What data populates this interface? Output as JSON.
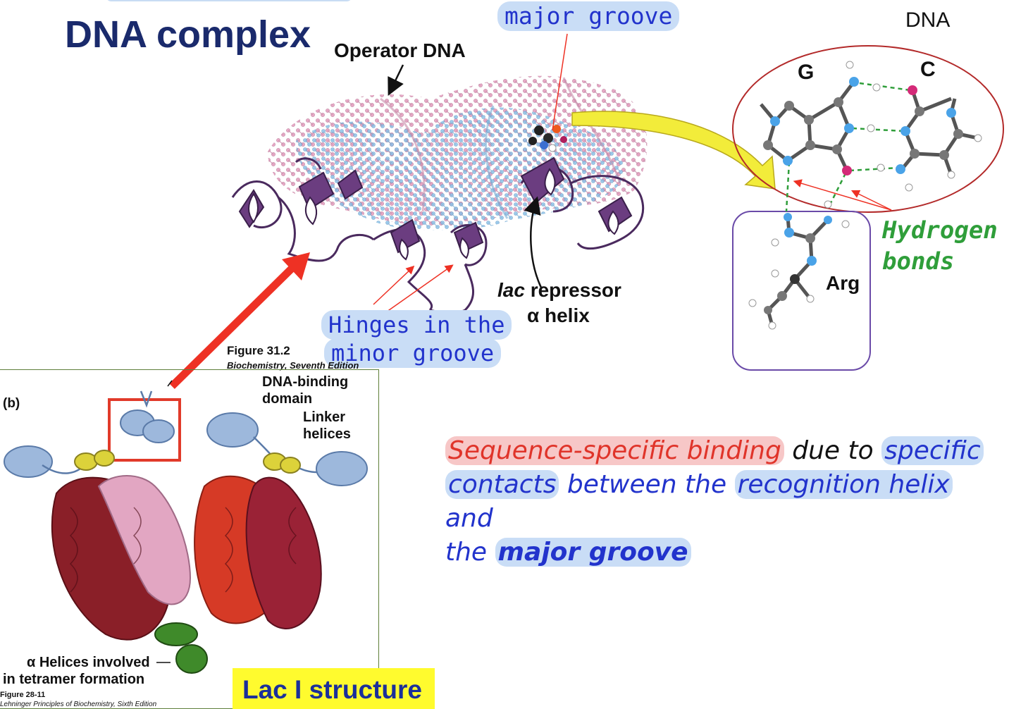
{
  "title": "DNA complex",
  "labels": {
    "operator_dna": "Operator DNA",
    "major_groove": "major groove",
    "dna_corner": "DNA",
    "base_g": "G",
    "base_c": "C",
    "hydrogen_bonds_line1": "Hydrogen",
    "hydrogen_bonds_line2": "bonds",
    "arg": "Arg",
    "lac_repressor_italic": "lac",
    "lac_repressor_rest": " repressor",
    "alpha_helix": "α helix",
    "hinges_line1": "Hinges in the",
    "hinges_line2": "minor groove"
  },
  "figure_top": {
    "number": "Figure 31.2",
    "source": "Biochemistry, Seventh Edition"
  },
  "panel_b": {
    "panel_letter": "(b)",
    "dna_binding_line1": "DNA-binding",
    "dna_binding_line2": "domain",
    "linker_line1": "Linker",
    "linker_line2": "helices",
    "tetramer_line1": "α Helices involved",
    "tetramer_line2": "in tetramer formation",
    "fig_number": "Figure 28-11",
    "fig_source": "Lehninger Principles of Biochemistry, Sixth Edition",
    "structure_label": "Lac I structure"
  },
  "sentence": {
    "part1": "Sequence-specific binding",
    "part2": " due to ",
    "part3": "specific",
    "part4": "contacts",
    "part5": " between the ",
    "part6": "recognition helix",
    "part7": " and",
    "part8": "the ",
    "part9": "major groove"
  },
  "colors": {
    "title": "#1a2a6c",
    "highlight_blue": "#c9ddf6",
    "highlight_red": "#f7c7c7",
    "text_blue": "#2233cc",
    "text_red": "#e0342a",
    "hbond_green": "#2f9e3a",
    "protein_purple": "#6b3d80",
    "dna_pink": "#e7a6c4",
    "dna_blue": "#8ec3ea",
    "arrow_red": "#ee3124",
    "arrow_yellow": "#f2ec3a"
  }
}
